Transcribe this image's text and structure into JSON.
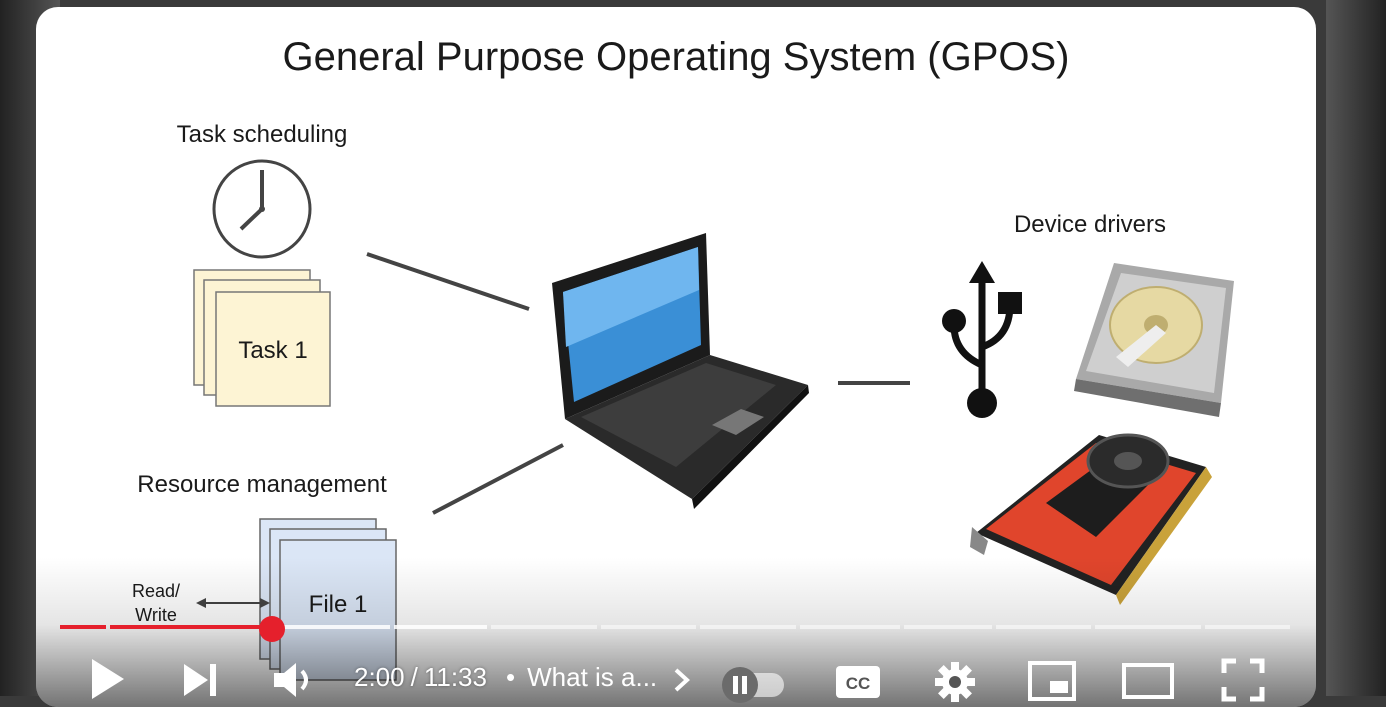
{
  "slide": {
    "title": "General Purpose Operating System (GPOS)",
    "task_scheduling_label": "Task scheduling",
    "task_card_label": "Task 1",
    "resource_label": "Resource management",
    "file_card_label": "File 1",
    "read_label": "Read/",
    "write_label": "Write",
    "device_drivers_label": "Device drivers"
  },
  "player": {
    "current_time": "2:00",
    "time_separator": "/",
    "duration": "11:33",
    "chapter_dot": "•",
    "chapter_title": "What is a...",
    "played_fraction": 0.173,
    "buffered_fraction": 0.4,
    "icons": [
      "play-icon",
      "next-icon",
      "volume-icon",
      "chevron-right-icon",
      "autoplay-toggle",
      "captions-icon",
      "settings-gear-icon",
      "miniplayer-icon",
      "theater-mode-icon",
      "fullscreen-icon"
    ],
    "accent_color": "#e5202c"
  }
}
